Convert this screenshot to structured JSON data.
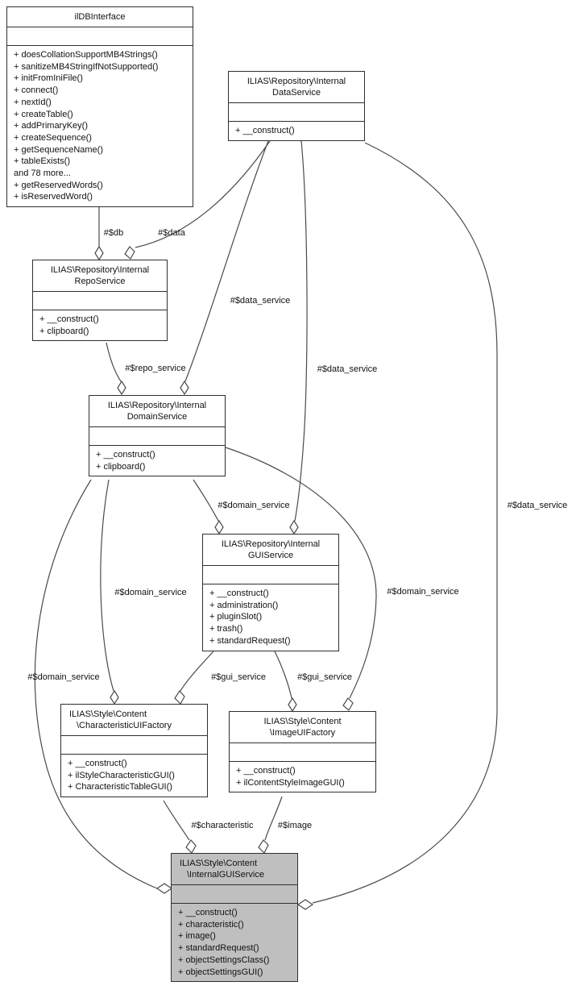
{
  "diagram": {
    "type": "uml-class-collaboration",
    "colors": {
      "highlight_bg": "#bfbfbf",
      "box_bg": "#ffffff",
      "border": "#2f2f2f",
      "edge": "#4a4a4a"
    },
    "classes": {
      "ildb": {
        "name_lines": [
          "ilDBInterface"
        ],
        "methods": [
          "+ doesCollationSupportMB4Strings()",
          "+ sanitizeMB4StringIfNotSupported()",
          "+ initFromIniFile()",
          "+ connect()",
          "+ nextId()",
          "+ createTable()",
          "+ addPrimaryKey()",
          "+ createSequence()",
          "+ getSequenceName()",
          "+ tableExists()",
          "and 78 more...",
          "+ getReservedWords()",
          "+ isReservedWord()"
        ]
      },
      "data_service": {
        "name_lines": [
          "ILIAS\\Repository\\Internal",
          "DataService"
        ],
        "methods": [
          "+ __construct()"
        ]
      },
      "repo_service": {
        "name_lines": [
          "ILIAS\\Repository\\Internal",
          "RepoService"
        ],
        "methods": [
          "+ __construct()",
          "+ clipboard()"
        ]
      },
      "domain_service": {
        "name_lines": [
          "ILIAS\\Repository\\Internal",
          "DomainService"
        ],
        "methods": [
          "+ __construct()",
          "+ clipboard()"
        ]
      },
      "gui_service": {
        "name_lines": [
          "ILIAS\\Repository\\Internal",
          "GUIService"
        ],
        "methods": [
          "+ __construct()",
          "+ administration()",
          "+ pluginSlot()",
          "+ trash()",
          "+ standardRequest()"
        ]
      },
      "characteristic_factory": {
        "name_lines": [
          "ILIAS\\Style\\Content",
          "\\CharacteristicUIFactory"
        ],
        "methods": [
          "+ __construct()",
          "+ ilStyleCharacteristicGUI()",
          "+ CharacteristicTableGUI()"
        ]
      },
      "image_factory": {
        "name_lines": [
          "ILIAS\\Style\\Content",
          "\\ImageUIFactory"
        ],
        "methods": [
          "+ __construct()",
          "+ ilContentStyleImageGUI()"
        ]
      },
      "internal_gui_service": {
        "name_lines": [
          "ILIAS\\Style\\Content",
          "\\InternalGUIService"
        ],
        "methods": [
          "+ __construct()",
          "+ characteristic()",
          "+ image()",
          "+ standardRequest()",
          "+ objectSettingsClass()",
          "+ objectSettingsGUI()"
        ]
      }
    },
    "edge_labels": [
      "#$db",
      "#$data",
      "#$repo_service",
      "#$data_service",
      "#$data_service",
      "#$domain_service",
      "#$domain_service",
      "#$domain_service",
      "#$gui_service",
      "#$gui_service",
      "#$domain_service",
      "#$data_service",
      "#$characteristic",
      "#$image"
    ]
  }
}
